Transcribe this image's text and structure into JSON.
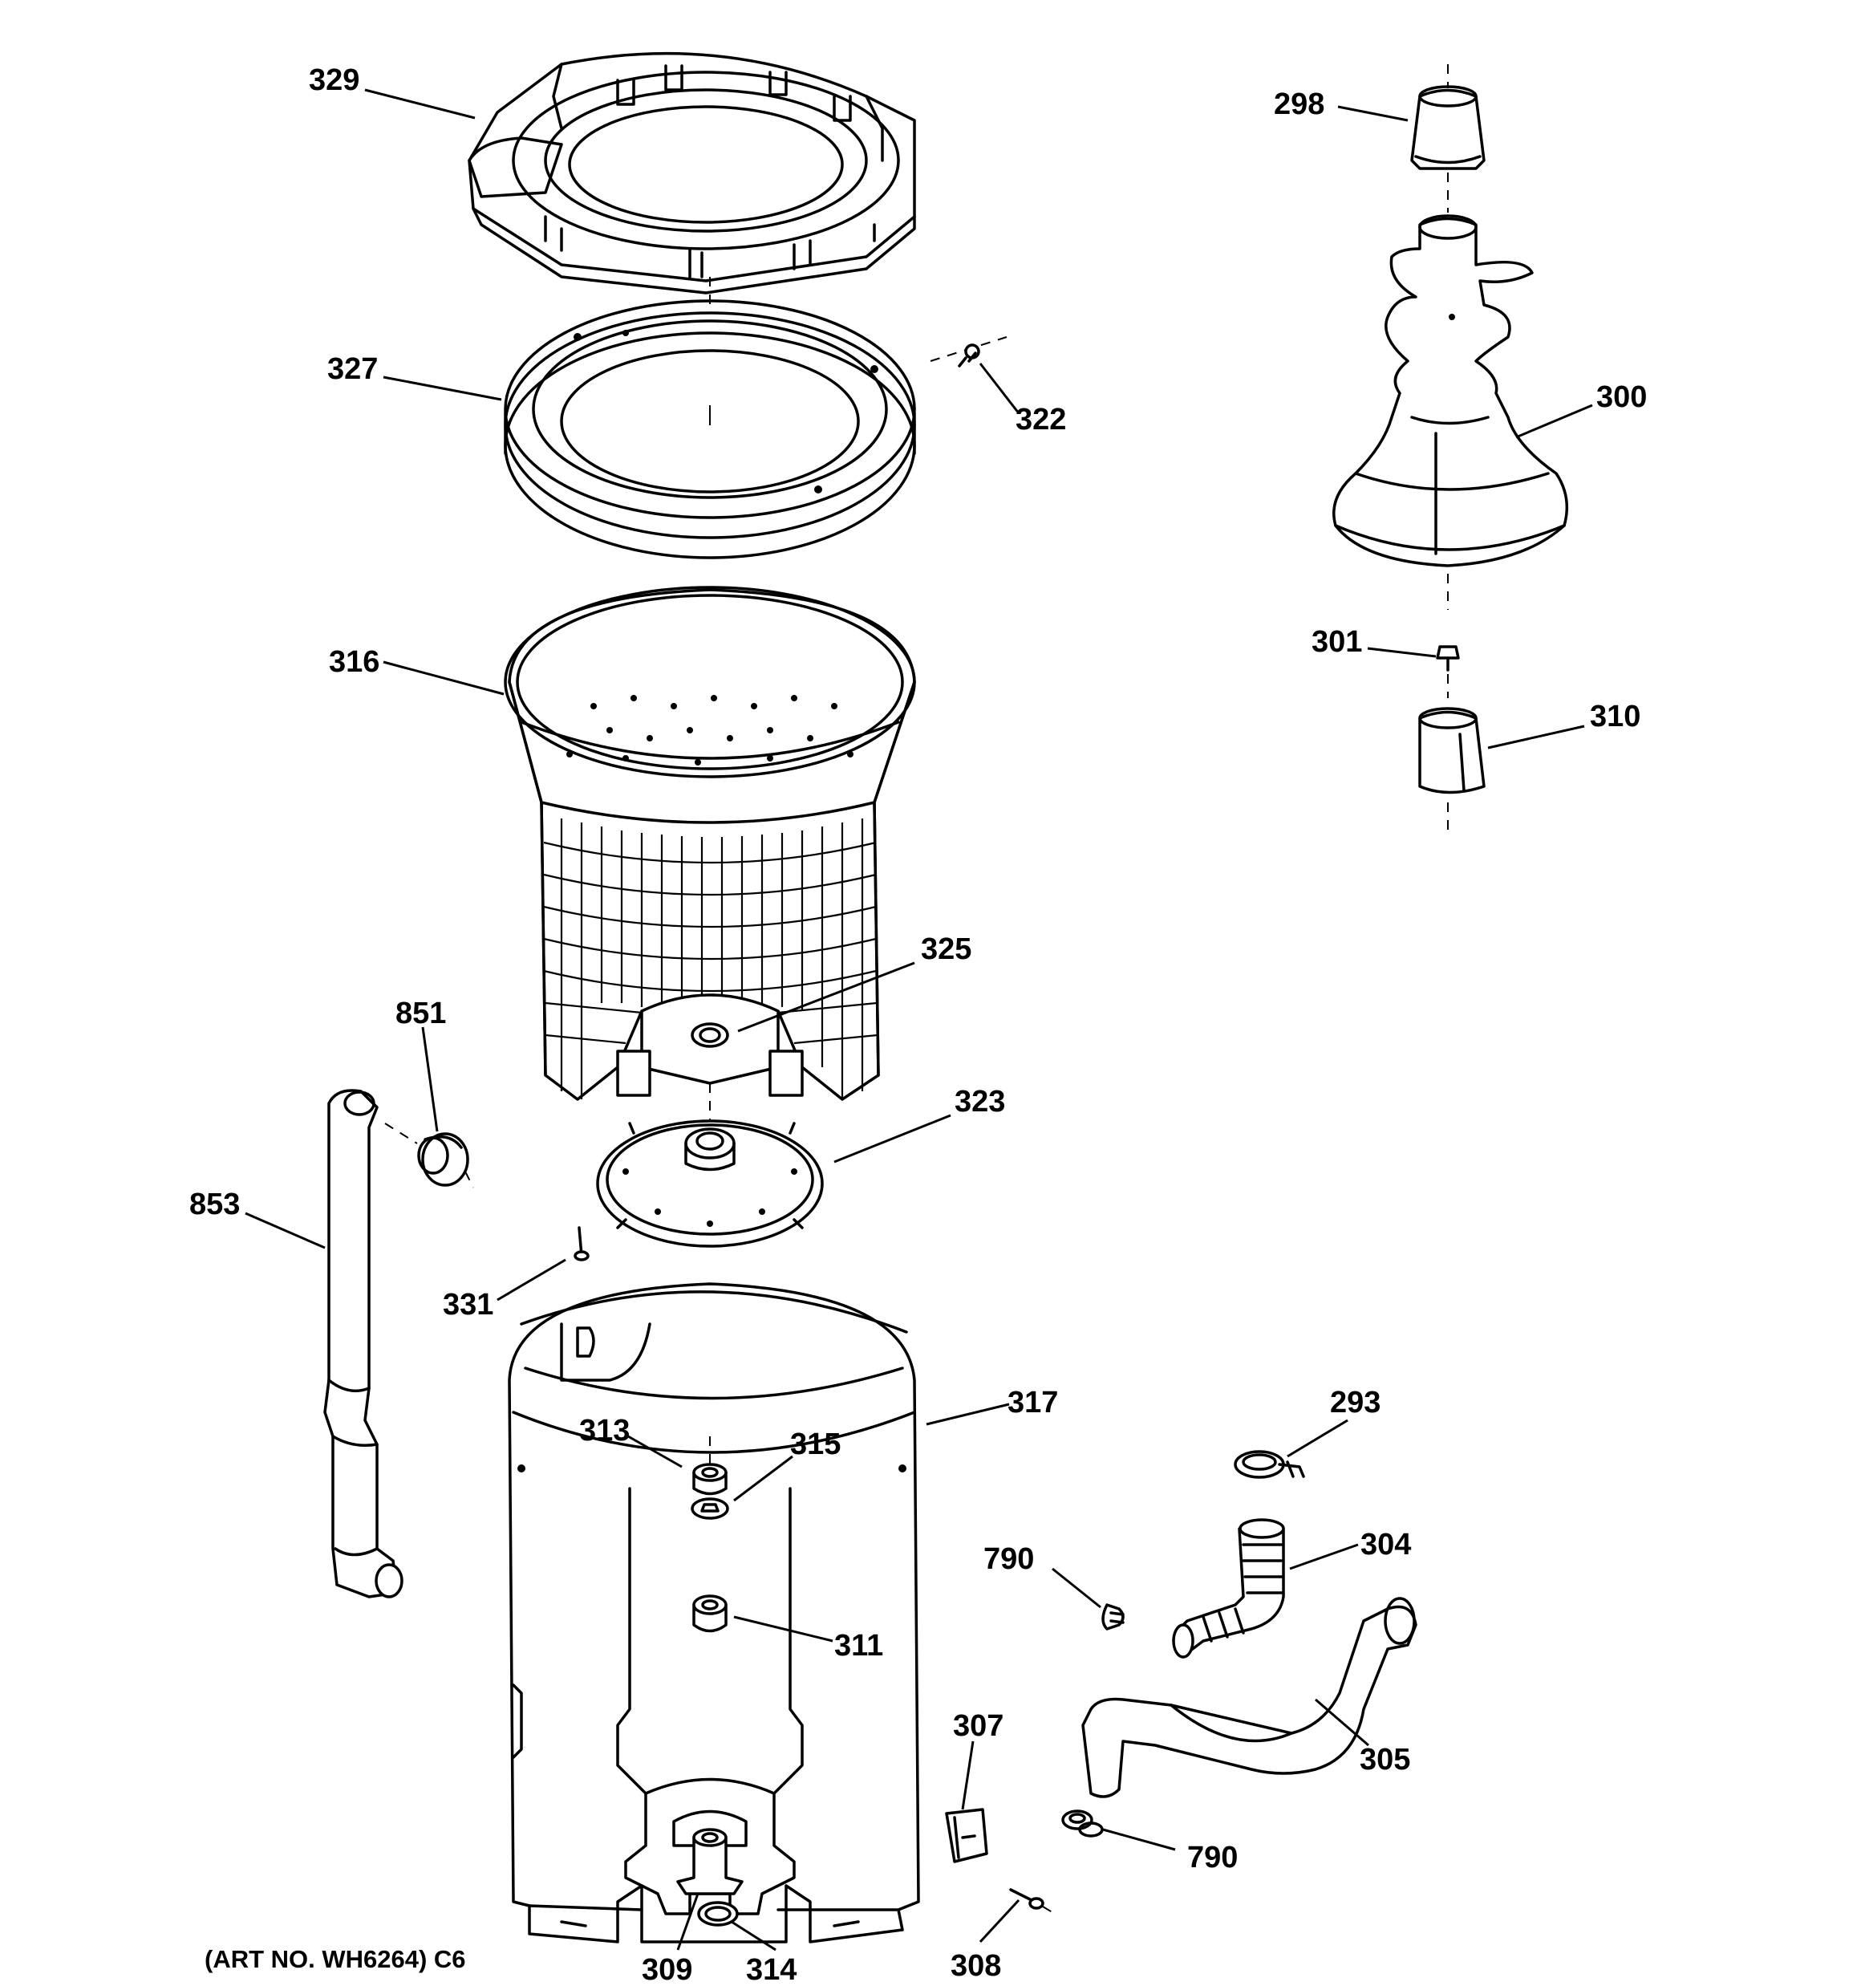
{
  "diagram": {
    "labels": {
      "l329": "329",
      "l298": "298",
      "l327": "327",
      "l322": "322",
      "l300": "300",
      "l316": "316",
      "l301": "301",
      "l310": "310",
      "l325": "325",
      "l851": "851",
      "l323": "323",
      "l853": "853",
      "l331": "331",
      "l317": "317",
      "l293": "293",
      "l313": "313",
      "l315": "315",
      "l304": "304",
      "l790a": "790",
      "l311": "311",
      "l307": "307",
      "l305": "305",
      "l790b": "790",
      "l309": "309",
      "l314": "314",
      "l308": "308"
    },
    "footer": "(ART NO. WH6264) C6"
  }
}
